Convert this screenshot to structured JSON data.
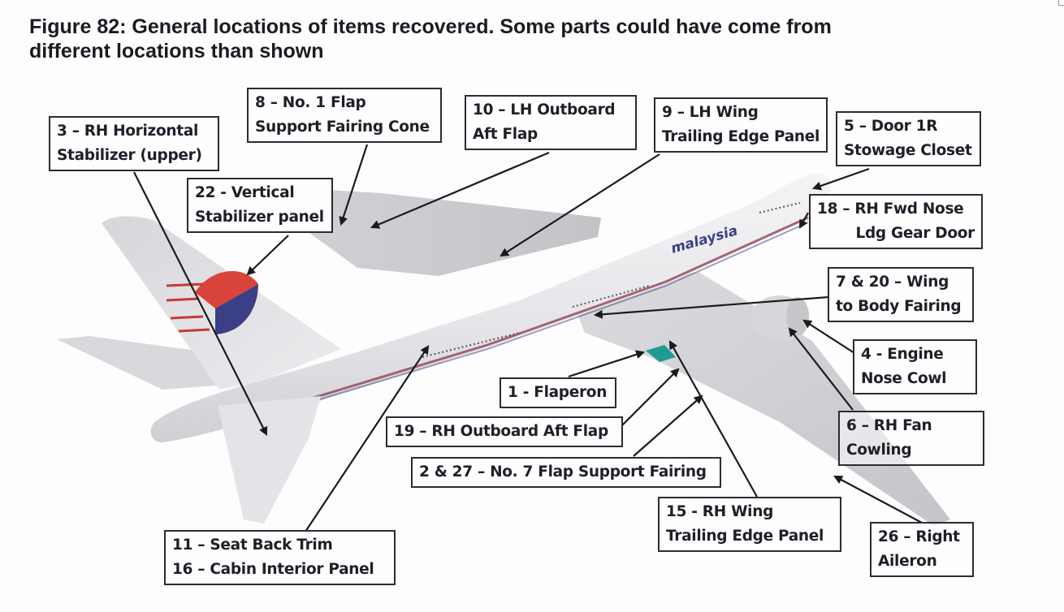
{
  "figure": {
    "title_line1": "Figure 82: General locations of items recovered. Some parts could have come from",
    "title_line2": "different locations than shown"
  },
  "aircraft": {
    "livery_text": "malaysia",
    "colors": {
      "body": "#e9e9ec",
      "shadow": "#c9c9cd",
      "logo_red": "#d9443a",
      "logo_blue": "#3b3f86",
      "stripe": "#7a2a3a",
      "flaperon": "#1f9c8f"
    }
  },
  "labels": [
    {
      "id": "3",
      "line1": "3 – RH Horizontal",
      "line2": "Stabilizer (upper)"
    },
    {
      "id": "8",
      "line1": "8 – No. 1 Flap",
      "line2": "Support Fairing Cone"
    },
    {
      "id": "10",
      "line1": "10 – LH Outboard",
      "line2": "Aft Flap"
    },
    {
      "id": "9",
      "line1": "9 – LH Wing",
      "line2": "Trailing Edge Panel"
    },
    {
      "id": "5",
      "line1": "5 – Door 1R",
      "line2": "Stowage Closet"
    },
    {
      "id": "22",
      "line1": "22 - Vertical",
      "line2": "Stabilizer panel"
    },
    {
      "id": "18",
      "line1": "18 – RH Fwd Nose",
      "line2": "Ldg Gear Door"
    },
    {
      "id": "7-20",
      "line1": "7 & 20 – Wing",
      "line2": "to Body Fairing"
    },
    {
      "id": "4",
      "line1": "4 - Engine",
      "line2": "Nose Cowl"
    },
    {
      "id": "1",
      "line1": "1 - Flaperon"
    },
    {
      "id": "19",
      "line1": "19 – RH Outboard Aft Flap"
    },
    {
      "id": "2-27",
      "line1": "2 & 27 – No. 7 Flap Support Fairing"
    },
    {
      "id": "6",
      "line1": "6 – RH Fan",
      "line2": "Cowling"
    },
    {
      "id": "15",
      "line1": "15 - RH Wing",
      "line2": "Trailing Edge Panel"
    },
    {
      "id": "26",
      "line1": "26 – Right",
      "line2": "Aileron"
    },
    {
      "id": "11-16",
      "line1": "11 – Seat Back Trim",
      "line2": "16 – Cabin Interior Panel"
    }
  ]
}
